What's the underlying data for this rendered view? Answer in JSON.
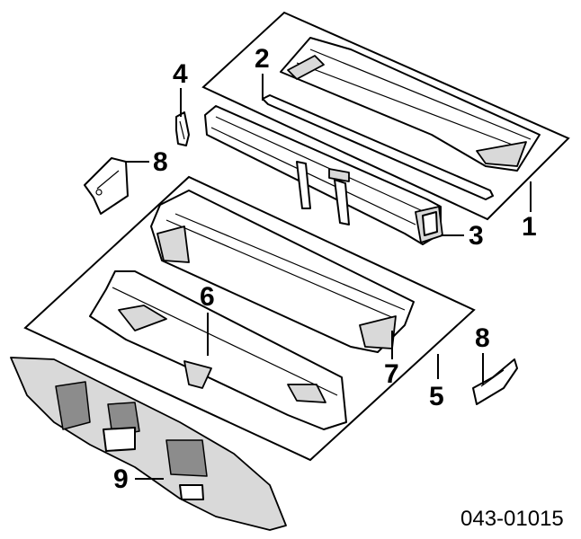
{
  "diagram": {
    "callouts": [
      {
        "id": "c1",
        "label": "1"
      },
      {
        "id": "c2",
        "label": "2"
      },
      {
        "id": "c3",
        "label": "3"
      },
      {
        "id": "c4",
        "label": "4"
      },
      {
        "id": "c5",
        "label": "5"
      },
      {
        "id": "c6",
        "label": "6"
      },
      {
        "id": "c7",
        "label": "7"
      },
      {
        "id": "c8a",
        "label": "8"
      },
      {
        "id": "c8b",
        "label": "8"
      },
      {
        "id": "c9",
        "label": "9"
      }
    ],
    "figure_code": "043-01015"
  }
}
